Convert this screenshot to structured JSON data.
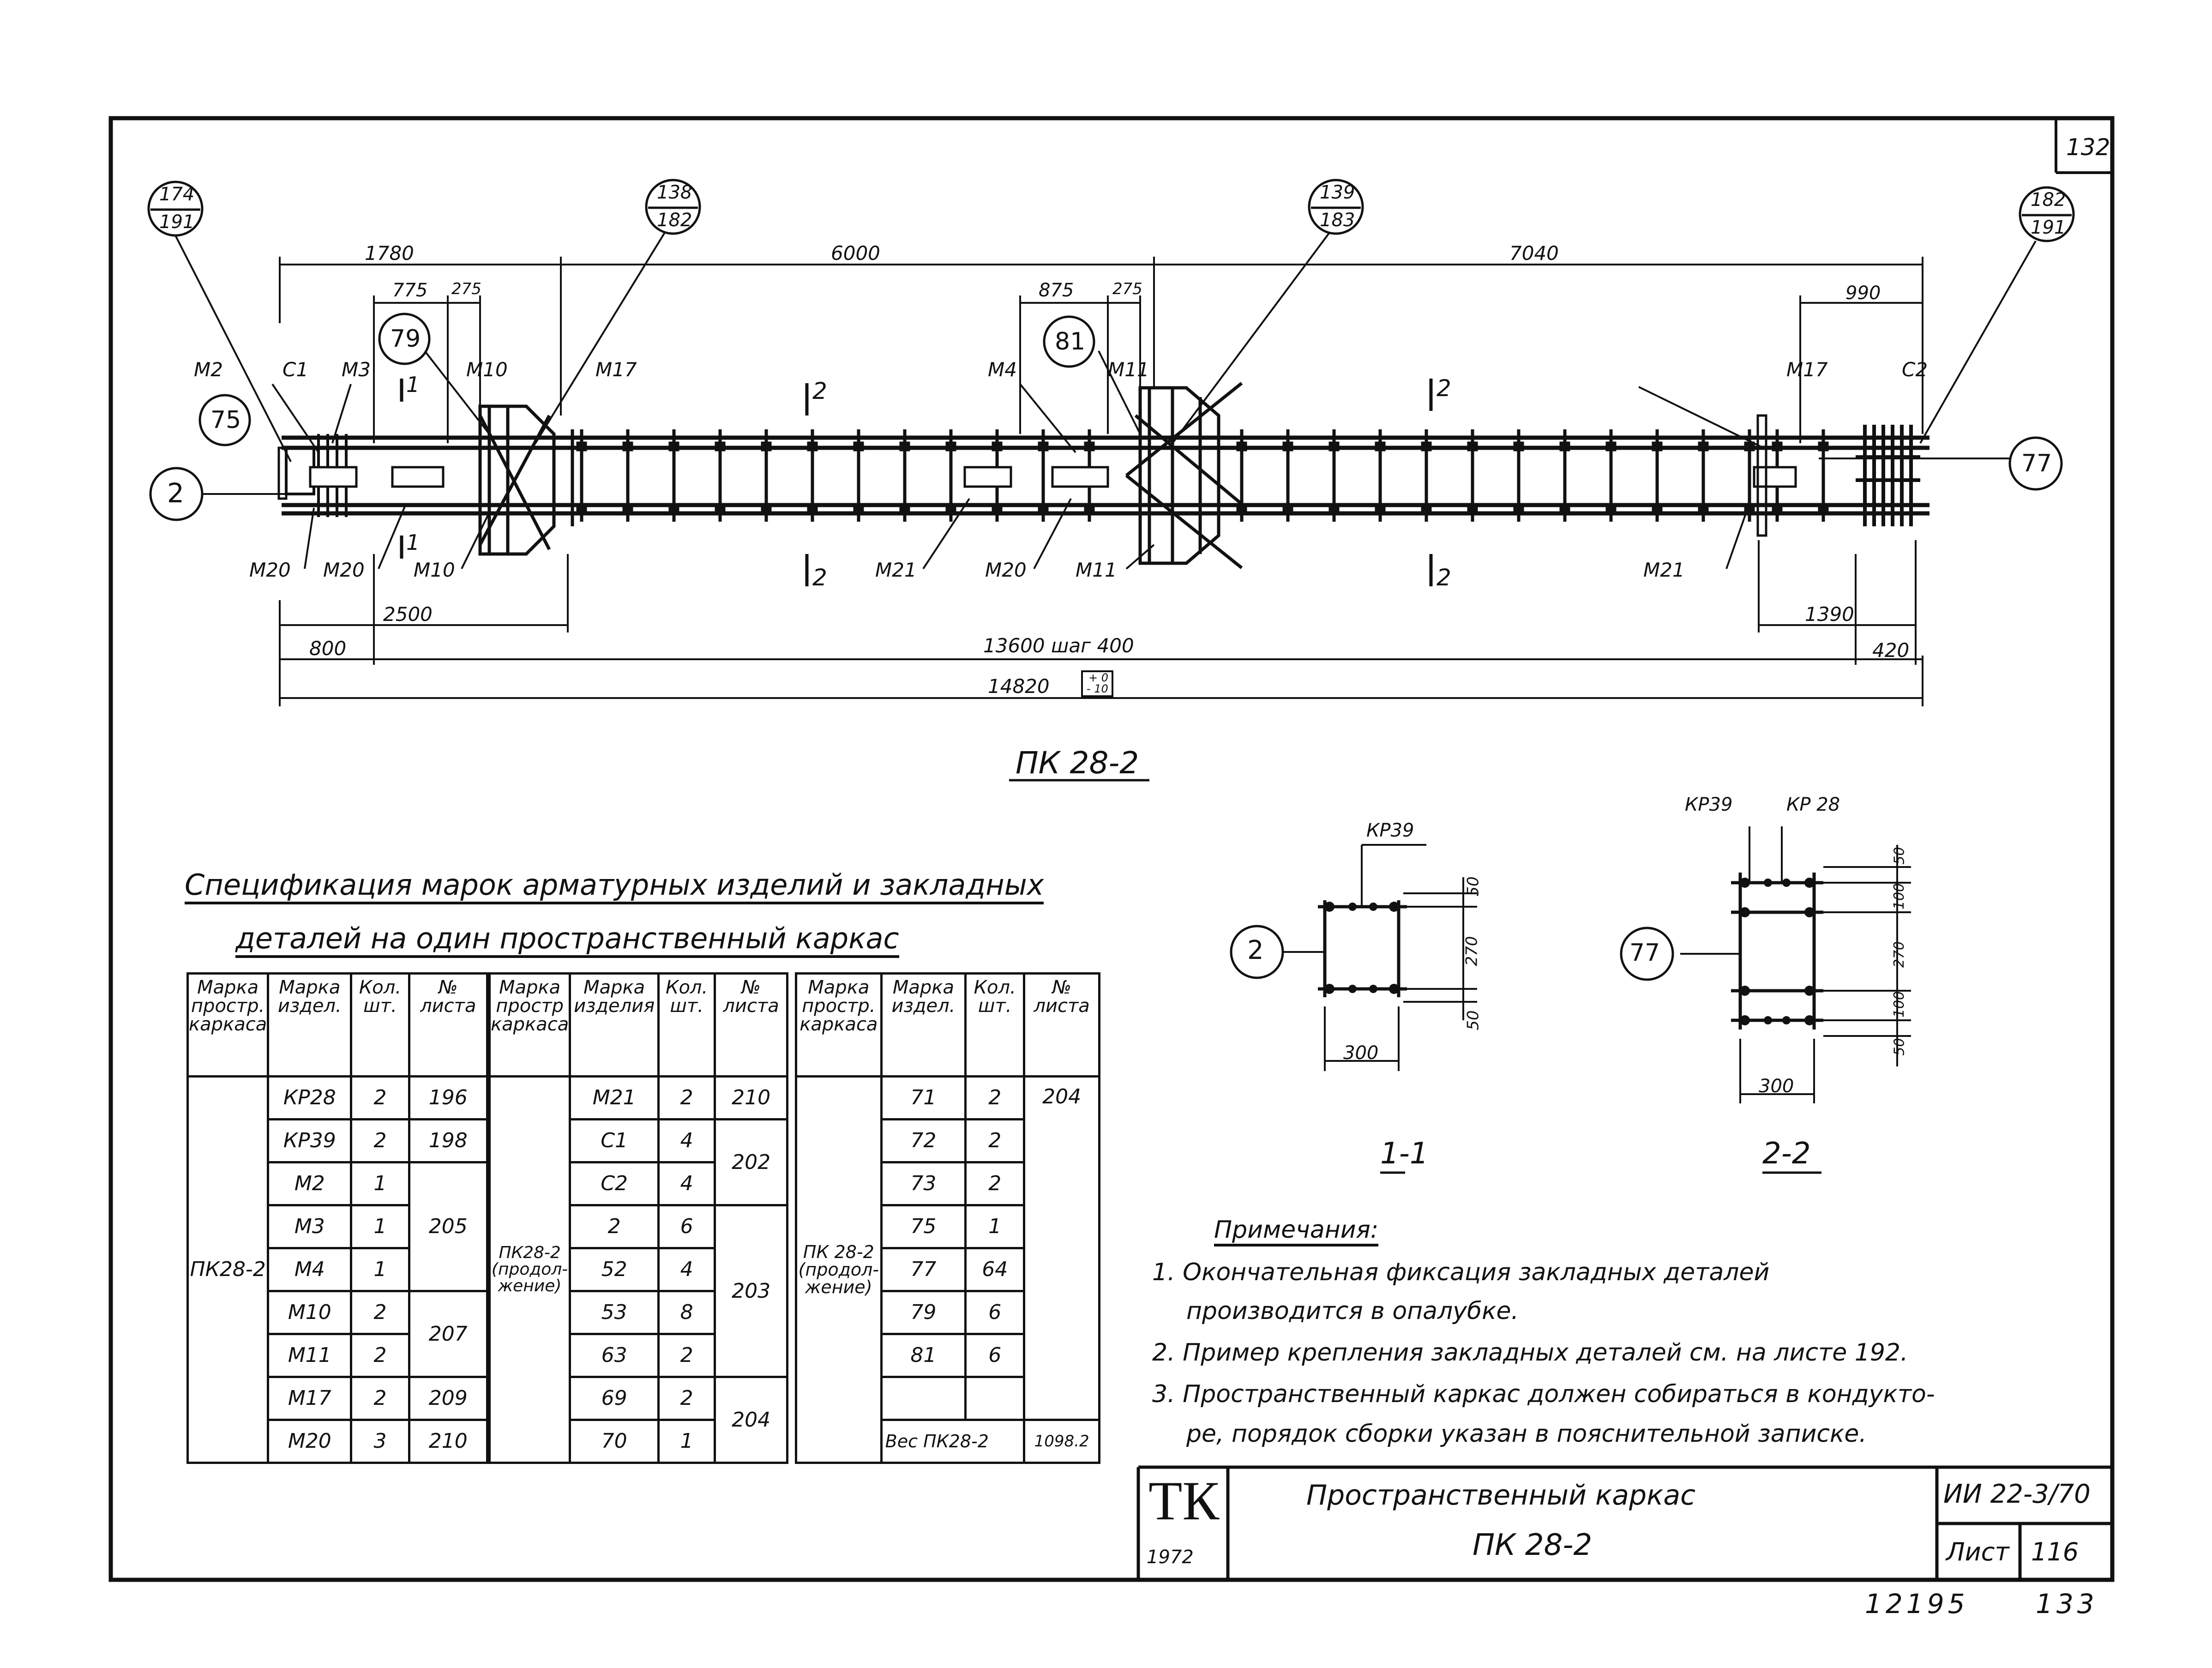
{
  "sheet_corner_number": "132",
  "main_title": "ПК 28-2",
  "callouts_top": [
    {
      "top": "174",
      "bottom": "191"
    },
    {
      "top": "138",
      "bottom": "182"
    },
    {
      "top": "139",
      "bottom": "183"
    },
    {
      "top": "182",
      "bottom": "191"
    }
  ],
  "circle_marks": {
    "c75": "75",
    "c79": "79",
    "c81": "81",
    "c77": "77",
    "c2": "2"
  },
  "dimensions": {
    "d1780": "1780",
    "d6000": "6000",
    "d7040": "7040",
    "d775": "775",
    "d275a": "275",
    "d875": "875",
    "d275b": "275",
    "d990": "990",
    "d2500": "2500",
    "d1390": "1390",
    "d800": "800",
    "d13600": "13600 шаг 400",
    "d420": "420",
    "d14820": "14820",
    "tol_top": "+ 0",
    "tol_bottom": "- 10"
  },
  "labels": {
    "m2": "М2",
    "c1": "С1",
    "m3": "М3",
    "m10top": "М10",
    "m17a": "М17",
    "m4": "М4",
    "m11top": "М11",
    "m17b": "М17",
    "c2": "С2",
    "m20a": "М20",
    "m20b": "М20",
    "m10bot": "М10",
    "m21a": "М21",
    "m20c": "М20",
    "m11bot": "М11",
    "m21b": "М21",
    "sec1top": "1",
    "sec1bot": "1",
    "sec2a_top": "2",
    "sec2a_bot": "2",
    "sec2b_top": "2",
    "sec2b_bot": "2"
  },
  "section_1": {
    "title": "1-1",
    "mark": "КР39",
    "circle": "2",
    "dims": [
      "50",
      "270",
      "50"
    ],
    "width": "300"
  },
  "section_2": {
    "title": "2-2",
    "mark_left": "КР39",
    "mark_right": "КР 28",
    "circle": "77",
    "dims": [
      "50",
      "100",
      "270",
      "100",
      "50"
    ],
    "width": "300"
  },
  "spec": {
    "title_line1": "Спецификация марок арматурных изделий и закладных",
    "title_line2": "деталей на один пространственный каркас",
    "headers": [
      "Марка простр. каркаса",
      "Марка издел.",
      "Кол. шт.",
      "№ листа"
    ],
    "headers_mid": [
      "Марка простр каркаса",
      "Марка изделия",
      "Кол. шт.",
      "№ листа"
    ],
    "group1_name": "ПК28-2",
    "group1": [
      [
        "КР28",
        "2",
        "196"
      ],
      [
        "КР39",
        "2",
        "198"
      ],
      [
        "М2",
        "1",
        ""
      ],
      [
        "М3",
        "1",
        "205"
      ],
      [
        "М4",
        "1",
        ""
      ],
      [
        "М10",
        "2",
        ""
      ],
      [
        "М11",
        "2",
        "207"
      ],
      [
        "М17",
        "2",
        "209"
      ],
      [
        "М20",
        "3",
        "210"
      ]
    ],
    "group2_name": "ПК28-2 (продол-жение)",
    "group2": [
      [
        "М21",
        "2",
        "210"
      ],
      [
        "С1",
        "4",
        ""
      ],
      [
        "С2",
        "4",
        "202"
      ],
      [
        "2",
        "6",
        ""
      ],
      [
        "52",
        "4",
        "203"
      ],
      [
        "53",
        "8",
        ""
      ],
      [
        "63",
        "2",
        ""
      ],
      [
        "69",
        "2",
        "204"
      ],
      [
        "70",
        "1",
        ""
      ]
    ],
    "group3_name": "ПК 28-2 (продол-жение)",
    "group3": [
      [
        "71",
        "2"
      ],
      [
        "72",
        "2"
      ],
      [
        "73",
        "2"
      ],
      [
        "75",
        "1"
      ],
      [
        "77",
        "64"
      ],
      [
        "79",
        "6"
      ],
      [
        "81",
        "6"
      ]
    ],
    "group3_sheet": "204",
    "weight_label": "Вес ПК28-2",
    "weight_value": "1098.2"
  },
  "notes": {
    "heading": "Примечания:",
    "items": [
      "1. Окончательная фиксация закладных деталей",
      "производится в опалубке.",
      "2. Пример крепления закладных деталей см. на листе 192.",
      "3. Пространственный каркас должен собираться в кондукто-",
      "ре, порядок сборки указан в пояснительной записке."
    ]
  },
  "titleblock": {
    "logo": "ТК",
    "year": "1972",
    "name_line1": "Пространственный каркас",
    "name_line2": "ПК 28-2",
    "series": "ИИ 22-3/70",
    "sheet_label": "Лист",
    "sheet_number": "116"
  },
  "footer": {
    "left": "12195",
    "right": "133"
  }
}
